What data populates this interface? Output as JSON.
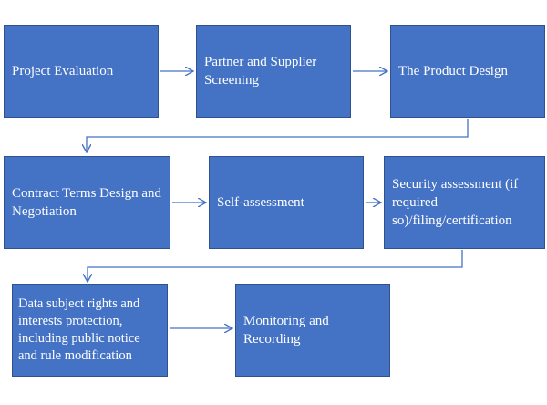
{
  "colors": {
    "box_fill": "#4472c4",
    "box_border": "#2f528f",
    "text": "#ffffff",
    "arrow": "#4472c4"
  },
  "steps": [
    "Project Evaluation",
    "Partner and Supplier Screening",
    "The Product Design",
    "Contract Terms Design and Negotiation",
    "Self-assessment",
    "Security assessment (if required so)/filing/certification",
    "Data subject rights and interests protection, including public notice and rule modification",
    "Monitoring and Recording"
  ]
}
